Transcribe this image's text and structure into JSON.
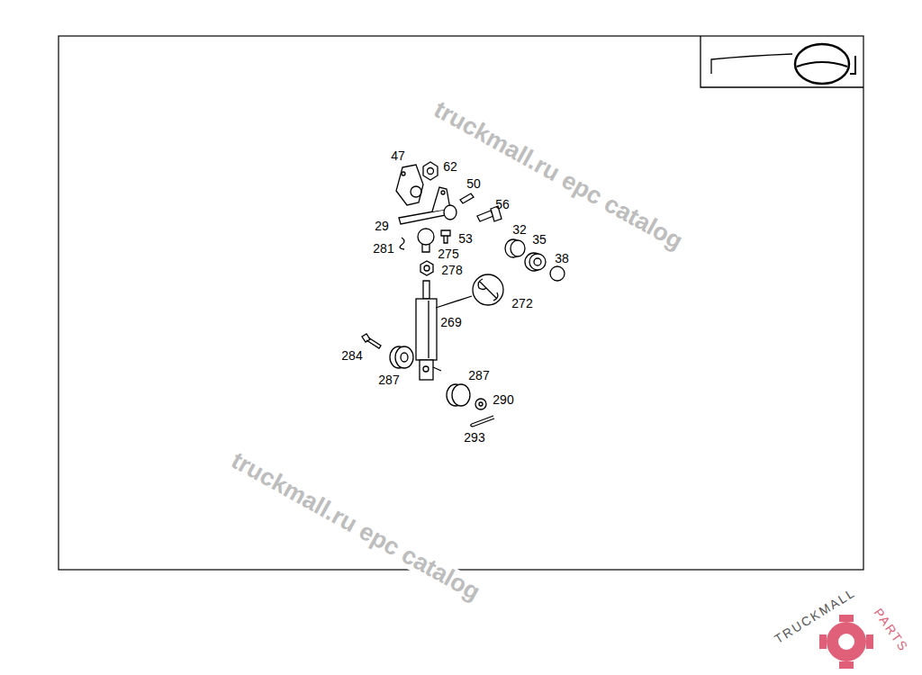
{
  "diagram": {
    "labels": [
      "47",
      "62",
      "50",
      "56",
      "29",
      "53",
      "32",
      "35",
      "281",
      "275",
      "38",
      "278",
      "272",
      "269",
      "284",
      "287",
      "287",
      "290",
      "293",
      "truckmall.ru epc catalog",
      "truckmall.ru epc catalog",
      "TRUCKMALL",
      "PARTS"
    ]
  }
}
